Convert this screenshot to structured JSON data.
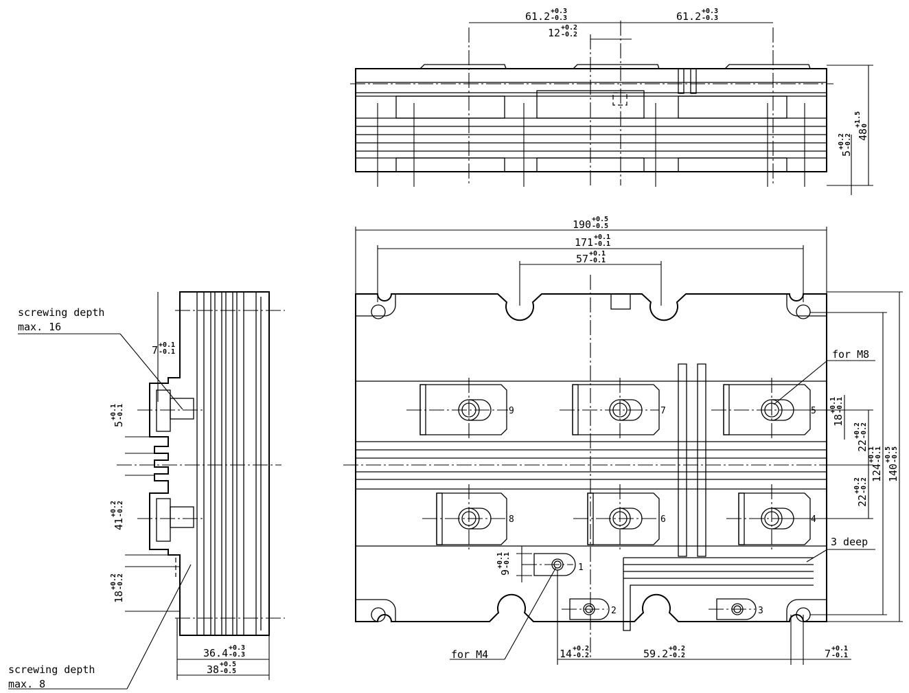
{
  "dims": {
    "top_left_pitch": {
      "v": "61.2",
      "up": "+0.3",
      "lo": "-0.3"
    },
    "top_right_pitch": {
      "v": "61.2",
      "up": "+0.3",
      "lo": "-0.3"
    },
    "top_tab": {
      "v": "12",
      "up": "+0.2",
      "lo": "-0.2"
    },
    "height": {
      "v": "48",
      "up": "+1.5",
      "lo": "0"
    },
    "fin": {
      "v": "5",
      "up": "+0.2",
      "lo": "-0.2"
    },
    "w190": {
      "v": "190",
      "up": "+0.5",
      "lo": "-0.5"
    },
    "w171": {
      "v": "171",
      "up": "+0.1",
      "lo": "-0.1"
    },
    "w57": {
      "v": "57",
      "up": "+0.1",
      "lo": "-0.1"
    },
    "r18": {
      "v": "18",
      "up": "+0.1",
      "lo": "-0.1"
    },
    "r22a": {
      "v": "22",
      "up": "+0.2",
      "lo": "-0.2"
    },
    "r22b": {
      "v": "22",
      "up": "+0.2",
      "lo": "-0.2"
    },
    "r124": {
      "v": "124",
      "up": "+0.1",
      "lo": "-0.1"
    },
    "r140": {
      "v": "140",
      "up": "+0.5",
      "lo": "-0.5"
    },
    "b14": {
      "v": "14",
      "up": "+0.2",
      "lo": "-0.2"
    },
    "b59": {
      "v": "59.2",
      "up": "+0.2",
      "lo": "-0.2"
    },
    "b7": {
      "v": "7",
      "up": "+0.1",
      "lo": "-0.1"
    },
    "v9": {
      "v": "9",
      "up": "+0.1",
      "lo": "-0.1"
    },
    "s7": {
      "v": "7",
      "up": "+0.1",
      "lo": "-0.1"
    },
    "s5": {
      "v": "5",
      "up": "+0.1",
      "lo": "-0.1"
    },
    "s41": {
      "v": "41",
      "up": "+0.2",
      "lo": "-0.2"
    },
    "s18": {
      "v": "18",
      "up": "+0.2",
      "lo": "-0.2"
    },
    "s36": {
      "v": "36.4",
      "up": "+0.3",
      "lo": "-0.3"
    },
    "s38": {
      "v": "38",
      "up": "+0.5",
      "lo": "-0.5"
    }
  },
  "labels": {
    "for_m8": "for  M8",
    "for_m4": "for  M4",
    "deep": "3  deep",
    "screw16_a": "screwing  depth",
    "screw16_b": "max.  16",
    "screw8_a": "screwing  depth",
    "screw8_b": "max.  8"
  },
  "pins": [
    "1",
    "2",
    "3",
    "4",
    "5",
    "6",
    "7",
    "8",
    "9"
  ]
}
